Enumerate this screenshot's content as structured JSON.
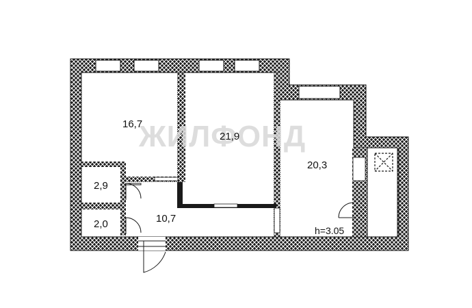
{
  "floor_plan": {
    "rooms": [
      {
        "id": "room-1",
        "area": "16,7"
      },
      {
        "id": "room-2",
        "area": "21,9"
      },
      {
        "id": "room-3",
        "area": "20,3"
      },
      {
        "id": "corridor",
        "area": "10,7"
      },
      {
        "id": "bath",
        "area": "2,9"
      },
      {
        "id": "toilet",
        "area": "2,0"
      }
    ],
    "ceiling_height": "h=3.05",
    "watermark": "ЖИЛФОНД",
    "colors": {
      "wall": "#1a1a1a",
      "hatch": "#ffffff",
      "background": "#ffffff",
      "watermark": "#d8d8d8"
    }
  }
}
